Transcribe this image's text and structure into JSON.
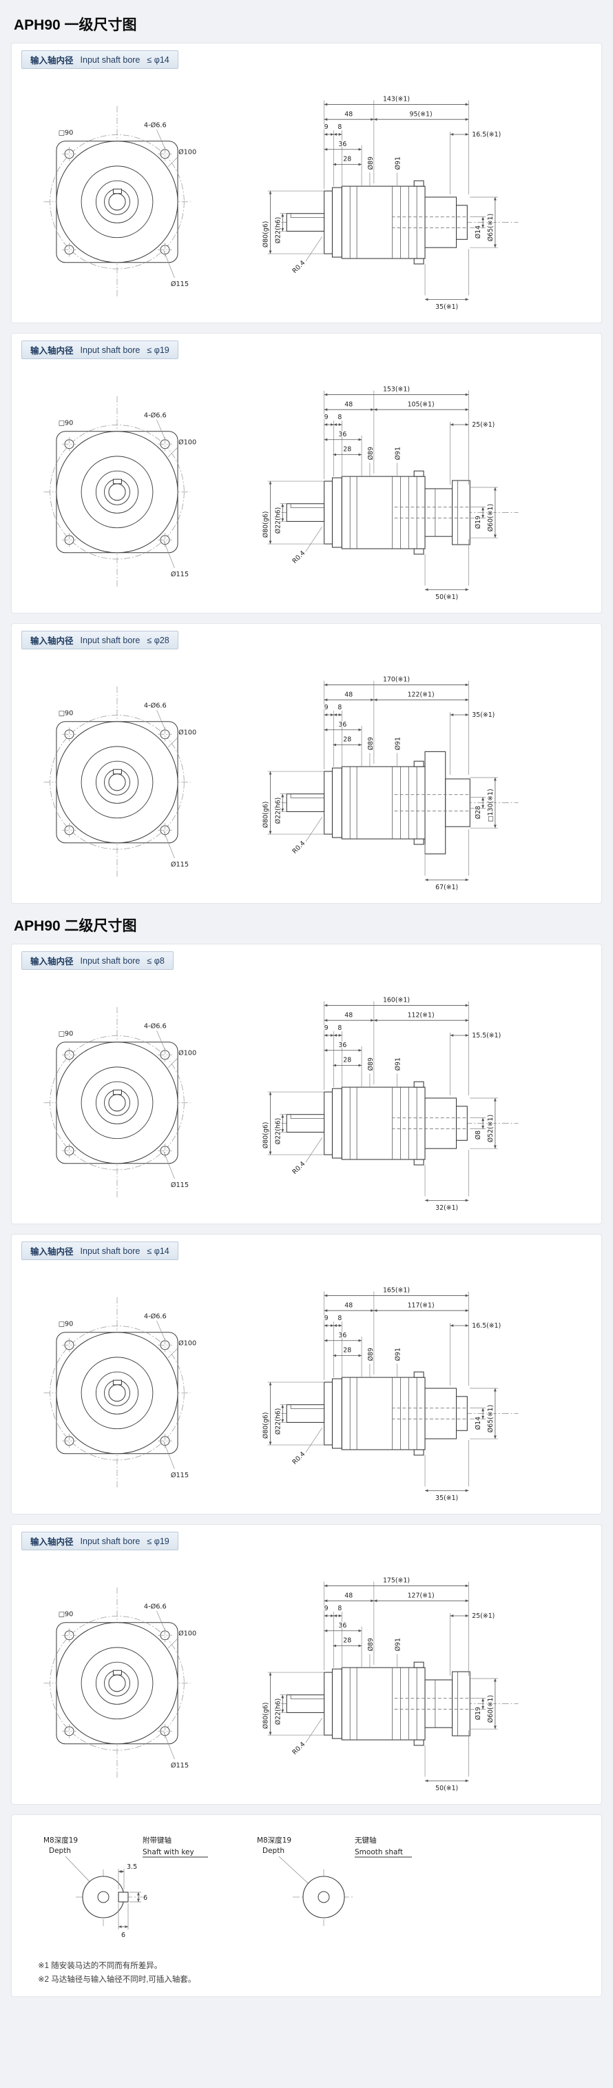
{
  "page": {
    "section1_title": "APH90 一级尺寸图",
    "section2_title": "APH90 二级尺寸图"
  },
  "badge": {
    "cn": "输入轴内径",
    "en": "Input shaft bore"
  },
  "front_view": {
    "square": "□90",
    "holes": "4-Ø6.6",
    "bolt_circle": "Ø100",
    "corner_circle": "Ø115"
  },
  "common_dims": {
    "d9": "9",
    "d8": "8",
    "d36": "36",
    "d28": "28",
    "d48": "48",
    "dia89": "Ø89",
    "dia91": "Ø91",
    "dia80": "Ø80(g6)",
    "dia22": "Ø22(h6)",
    "fillet": "R0.4"
  },
  "panels": [
    {
      "section": "stage1",
      "variant": "small",
      "bore": "≤ φ14",
      "dims": {
        "total": "143(※1)",
        "mid": "95(※1)",
        "right_top": "16.5(※1)",
        "bore_dia": "Ø14",
        "right_dia": "Ø65(※1)",
        "bottom": "35(※1)"
      }
    },
    {
      "section": "stage1",
      "variant": "wide",
      "bore": "≤ φ19",
      "dims": {
        "total": "153(※1)",
        "mid": "105(※1)",
        "right_top": "25(※1)",
        "bore_dia": "Ø19",
        "right_dia": "Ø60(※1)",
        "bottom": "50(※1)"
      }
    },
    {
      "section": "stage1",
      "variant": "flange",
      "bore": "≤ φ28",
      "dims": {
        "total": "170(※1)",
        "mid": "122(※1)",
        "right_top": "35(※1)",
        "bore_dia": "Ø28",
        "right_dia": "□130(※1)",
        "bottom": "67(※1)"
      }
    },
    {
      "section": "stage2",
      "variant": "small",
      "bore": "≤ φ8",
      "dims": {
        "total": "160(※1)",
        "mid": "112(※1)",
        "right_top": "15.5(※1)",
        "bore_dia": "Ø8",
        "right_dia": "Ø52(※1)",
        "bottom": "32(※1)"
      }
    },
    {
      "section": "stage2",
      "variant": "small",
      "bore": "≤ φ14",
      "dims": {
        "total": "165(※1)",
        "mid": "117(※1)",
        "right_top": "16.5(※1)",
        "bore_dia": "Ø14",
        "right_dia": "Ø65(※1)",
        "bottom": "35(※1)"
      }
    },
    {
      "section": "stage2",
      "variant": "wide",
      "bore": "≤ φ19",
      "dims": {
        "total": "175(※1)",
        "mid": "127(※1)",
        "right_top": "25(※1)",
        "bore_dia": "Ø19",
        "right_dia": "Ø60(※1)",
        "bottom": "50(※1)"
      }
    }
  ],
  "footer": {
    "key_fig": {
      "tap": "M8深度19",
      "tap_en": "Depth",
      "dim_t": "3.5",
      "key_w": "6",
      "key_h": "6",
      "title_cn": "附带键轴",
      "title_en": "Shaft with key"
    },
    "smooth_fig": {
      "tap": "M8深度19",
      "tap_en": "Depth",
      "title_cn": "无键轴",
      "title_en": "Smooth shaft"
    },
    "notes": [
      "※1 随安装马达的不同而有所差异。",
      "※2 马达轴径与输入轴径不同时,可插入轴套。"
    ]
  }
}
